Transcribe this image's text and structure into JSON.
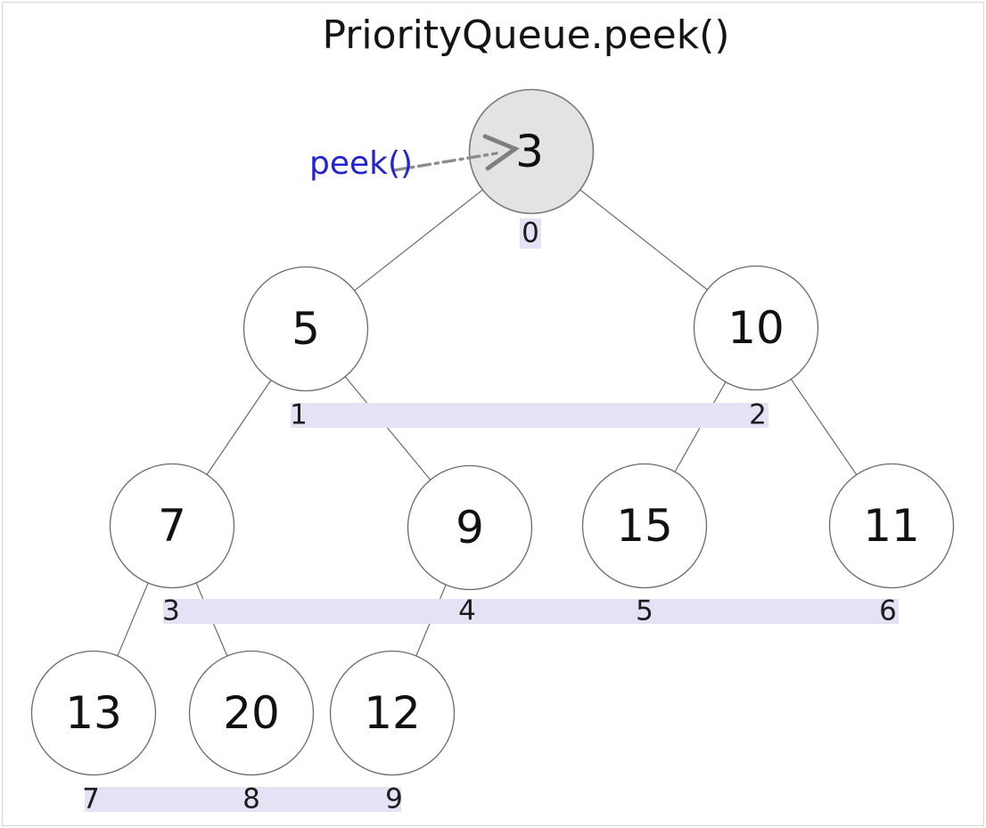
{
  "title": "PriorityQueue.peek()",
  "annotation": {
    "label": "peek()",
    "color": "#2323cf",
    "arrow_style": "gray dash-dot line with open chevron head pointing at root node"
  },
  "heap": {
    "description": "binary min-heap shown as tree with array indices highlighted below each level",
    "nodes": [
      {
        "value": "3",
        "index": "0",
        "highlighted": true
      },
      {
        "value": "5",
        "index": "1",
        "highlighted": false
      },
      {
        "value": "10",
        "index": "2",
        "highlighted": false
      },
      {
        "value": "7",
        "index": "3",
        "highlighted": false
      },
      {
        "value": "9",
        "index": "4",
        "highlighted": false
      },
      {
        "value": "15",
        "index": "5",
        "highlighted": false
      },
      {
        "value": "11",
        "index": "6",
        "highlighted": false
      },
      {
        "value": "13",
        "index": "7",
        "highlighted": false
      },
      {
        "value": "20",
        "index": "8",
        "highlighted": false
      },
      {
        "value": "12",
        "index": "9",
        "highlighted": false
      }
    ],
    "edges": [
      [
        "0",
        "1"
      ],
      [
        "0",
        "2"
      ],
      [
        "1",
        "3"
      ],
      [
        "1",
        "4"
      ],
      [
        "2",
        "5"
      ],
      [
        "2",
        "6"
      ],
      [
        "3",
        "7"
      ],
      [
        "3",
        "8"
      ],
      [
        "4",
        "9"
      ]
    ]
  },
  "colors": {
    "background": "#ffffff",
    "node_fill": "#ffffff",
    "root_fill": "#e3e3e3",
    "node_stroke": "#6b6b6b",
    "edge_stroke": "#6b6b6b",
    "index_band": "#e4e3f5",
    "text": "#141414",
    "annotation_blue": "#2323cf",
    "arrow_gray": "#8c8c8c",
    "frame_border": "#d6d6d6"
  }
}
